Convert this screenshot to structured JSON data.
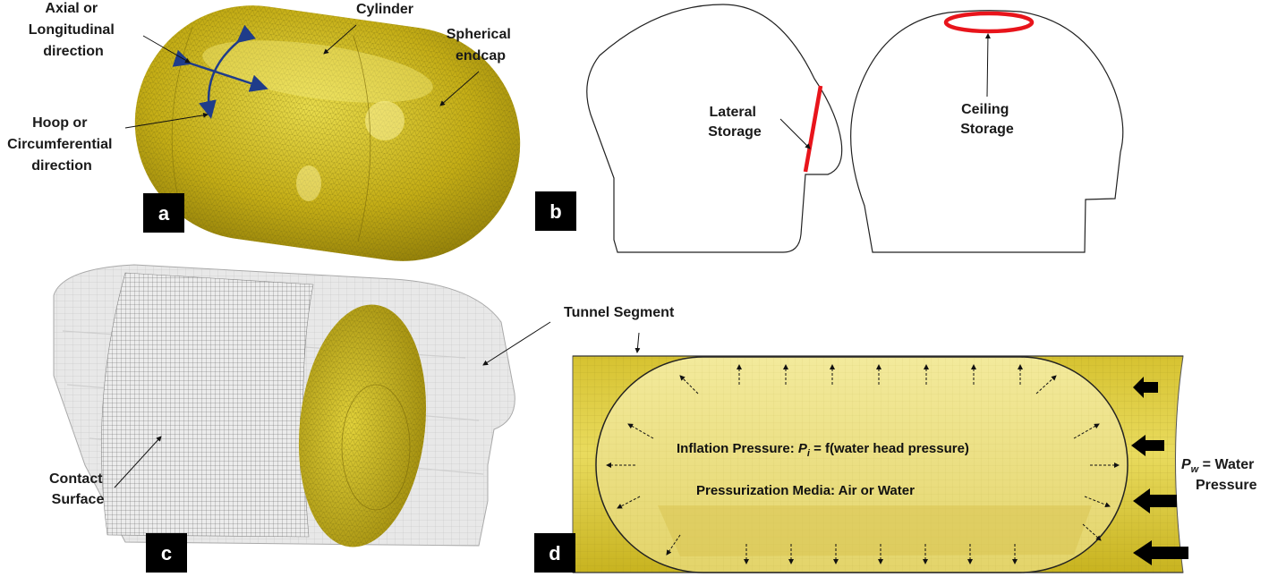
{
  "panel_a": {
    "badge": "a",
    "label_axial_1": "Axial or",
    "label_axial_2": "Longitudinal",
    "label_axial_3": "direction",
    "label_cylinder": "Cylinder",
    "label_endcap_1": "Spherical",
    "label_endcap_2": "endcap",
    "label_hoop_1": "Hoop or",
    "label_hoop_2": "Circumferential",
    "label_hoop_3": "direction"
  },
  "panel_b": {
    "badge": "b",
    "lateral_1": "Lateral",
    "lateral_2": "Storage",
    "ceiling_1": "Ceiling",
    "ceiling_2": "Storage"
  },
  "panel_c": {
    "badge": "c",
    "contact_1": "Contact",
    "contact_2": "Surface",
    "tunnel_segment": "Tunnel Segment"
  },
  "panel_d": {
    "badge": "d",
    "inflation_prefix": "Inflation Pressure: ",
    "inflation_var": "P",
    "inflation_sub": "i",
    "inflation_suffix": " = f(water head pressure)",
    "media": "Pressurization Media: Air or Water",
    "pw_var": "P",
    "pw_sub": "w",
    "pw_suffix": " = Water",
    "pw_line2": "Pressure"
  },
  "colors": {
    "mesh_gold": "#c9b21a",
    "mesh_light": "#e8d84a",
    "storage_red": "#e8141b",
    "badge_bg": "#000000",
    "arrow_blue": "#1f3c8a",
    "tunnel_grey": "#e7e7e7"
  }
}
